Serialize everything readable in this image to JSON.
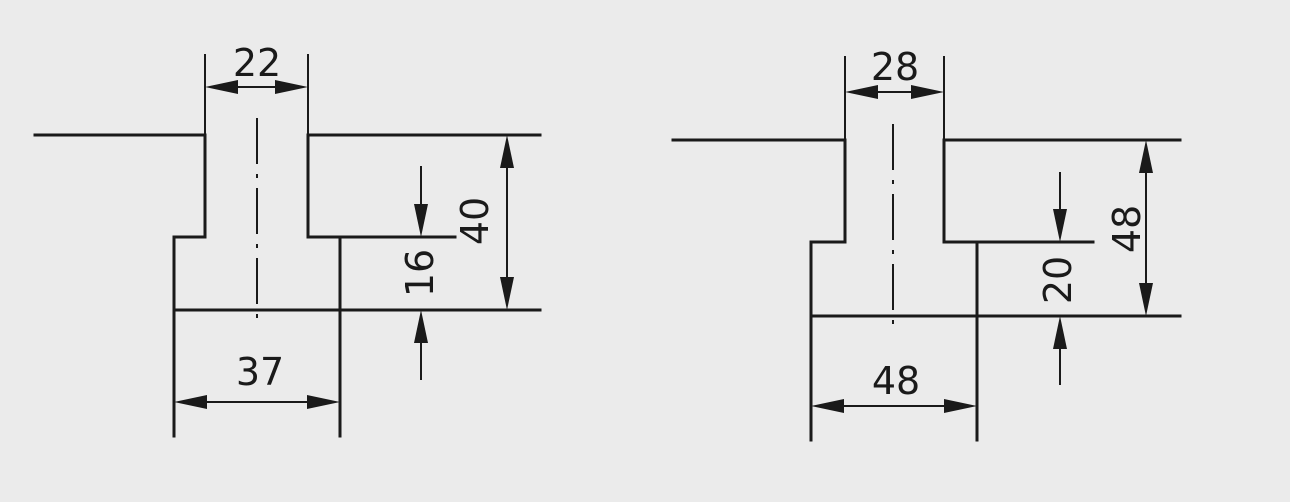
{
  "colors": {
    "background": "#ebebeb",
    "ink": "#1a1a1a"
  },
  "left_drawing": {
    "top_width": "22",
    "bottom_width": "37",
    "total_height": "40",
    "step_height": "16"
  },
  "right_drawing": {
    "top_width": "28",
    "bottom_width": "48",
    "total_height": "48",
    "step_height": "20"
  }
}
